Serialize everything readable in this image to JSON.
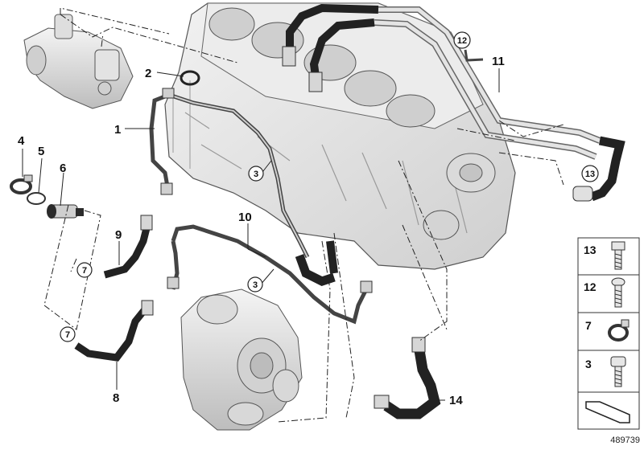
{
  "diagram": {
    "image_id": "489739",
    "callouts": {
      "c1": "1",
      "c2": "2",
      "c3a": "3",
      "c3b": "3",
      "c4": "4",
      "c5": "5",
      "c6": "6",
      "c7a": "7",
      "c7b": "7",
      "c8": "8",
      "c9": "9",
      "c10": "10",
      "c11": "11",
      "c12": "12",
      "c13": "13",
      "c14": "14"
    },
    "legend": [
      {
        "num": "13",
        "icon": "hex-bolt-icon"
      },
      {
        "num": "12",
        "icon": "torx-bolt-icon"
      },
      {
        "num": "7",
        "icon": "hose-clamp-icon"
      },
      {
        "num": "3",
        "icon": "socket-head-bolt-icon"
      }
    ],
    "colors": {
      "outline": "#1a1a1a",
      "metal": "#d9d9d9",
      "block": "#e6e6e6",
      "hose": "#2b2b2b"
    }
  }
}
